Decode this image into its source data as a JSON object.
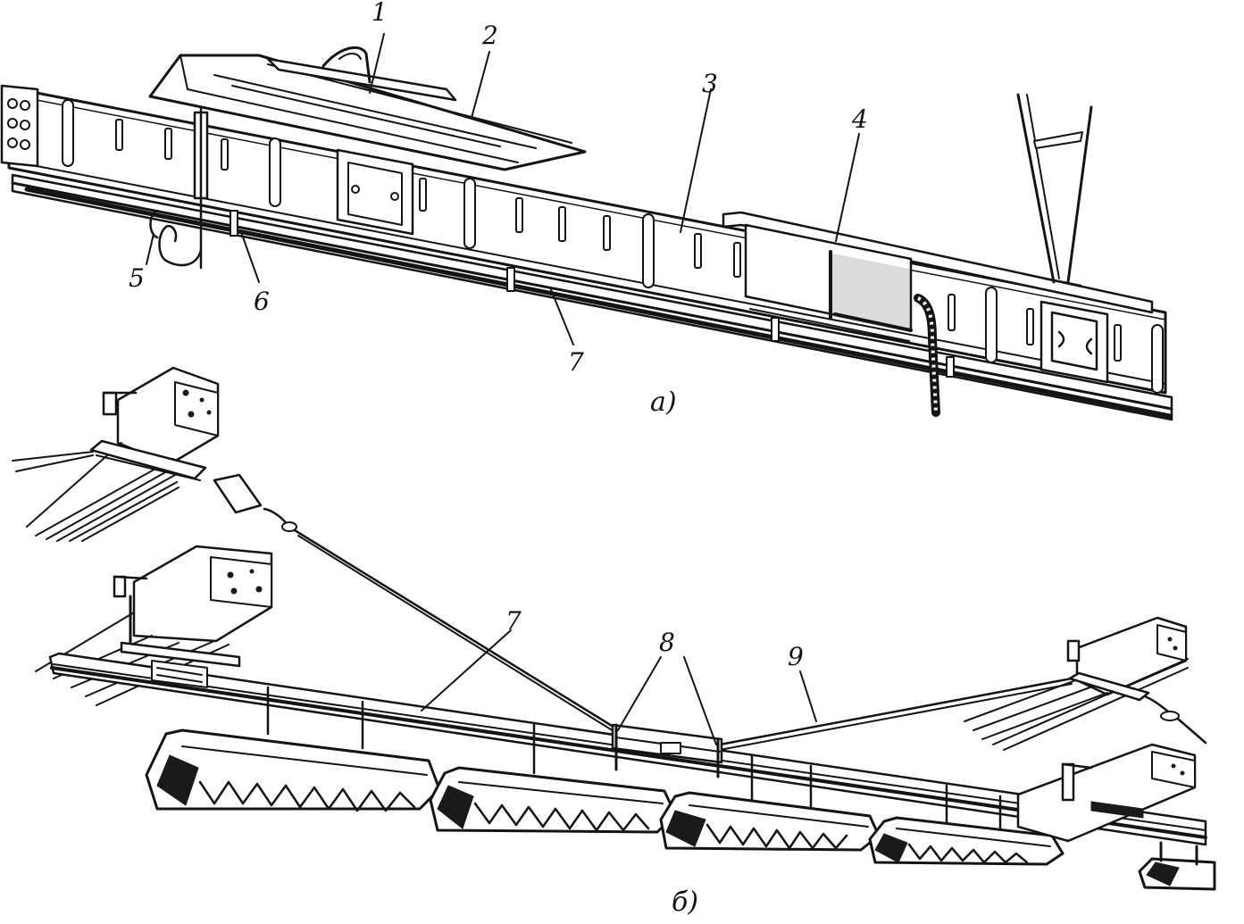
{
  "diagram": {
    "callouts": [
      "1",
      "2",
      "3",
      "4",
      "5",
      "6",
      "7",
      "7",
      "8",
      "9"
    ],
    "subfigure_a": "а)",
    "subfigure_b": "б)",
    "ink_color": "#141414",
    "paper_color": "#ffffff"
  }
}
